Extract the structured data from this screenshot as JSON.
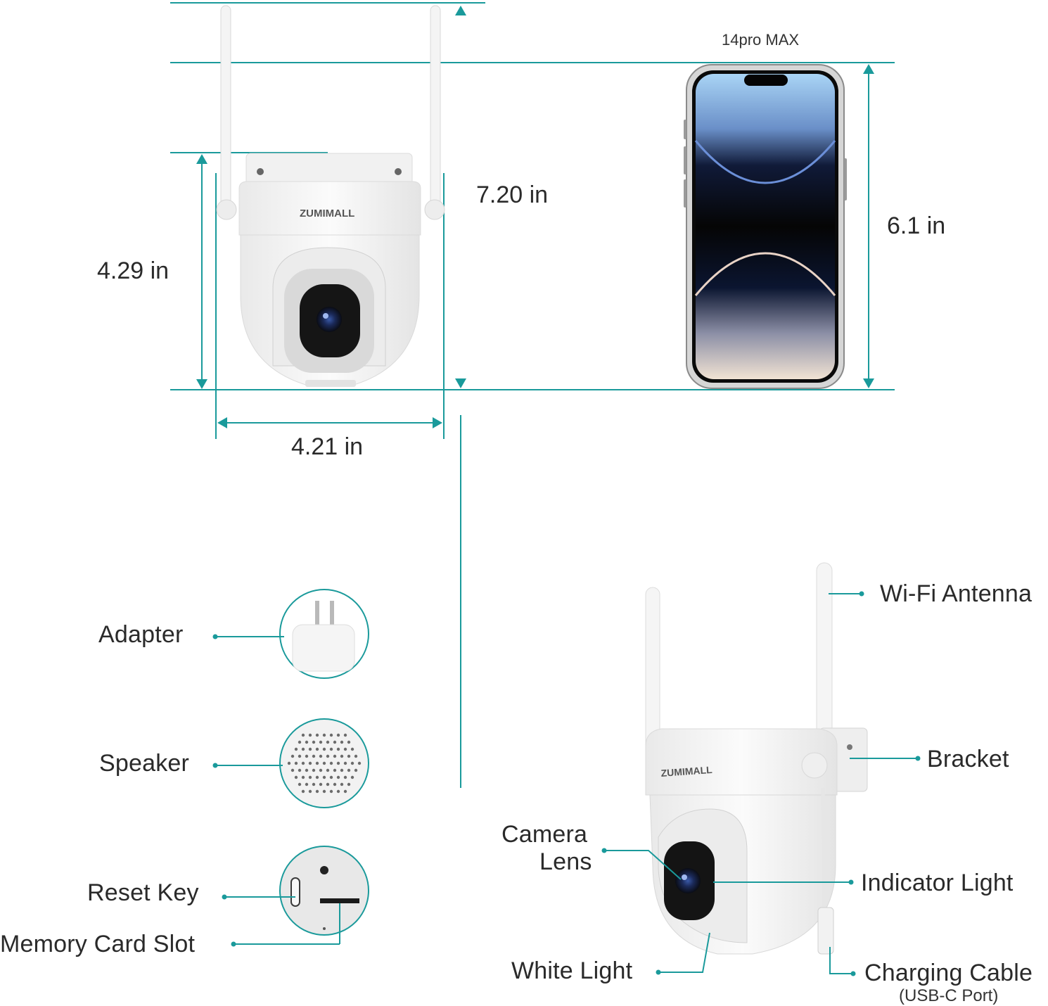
{
  "dimensions": {
    "total_height": "7.20 in",
    "body_height": "4.29 in",
    "width": "4.21 in",
    "phone_height": "6.1 in",
    "phone_model": "14pro MAX"
  },
  "brand": "ZUMIMALL",
  "accessories": {
    "adapter": "Adapter",
    "speaker": "Speaker",
    "reset_key": "Reset Key",
    "memory_card_slot": "Memory Card Slot"
  },
  "parts": {
    "wifi_antenna": "Wi-Fi Antenna",
    "bracket": "Bracket",
    "camera_lens_line1": "Camera",
    "camera_lens_line2": "Lens",
    "indicator_light": "Indicator Light",
    "white_light": "White Light",
    "charging_cable": "Charging Cable",
    "charging_cable_sub": "(USB-C Port)"
  },
  "colors": {
    "accent": "#1a9a9b",
    "camera_body": "#f3f3f3",
    "lens": "#111111"
  }
}
